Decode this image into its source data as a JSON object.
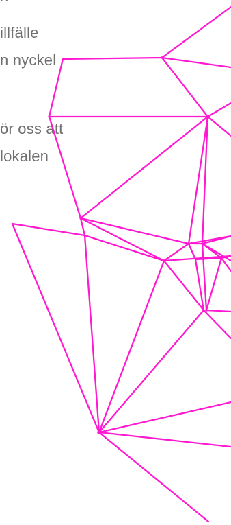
{
  "text_fragments": [
    "n",
    "illfälle",
    "n nyckel",
    "ör oss att",
    "lokalen"
  ],
  "decoration": {
    "name": "pink-polygon-network",
    "color": "#ff19d1"
  }
}
